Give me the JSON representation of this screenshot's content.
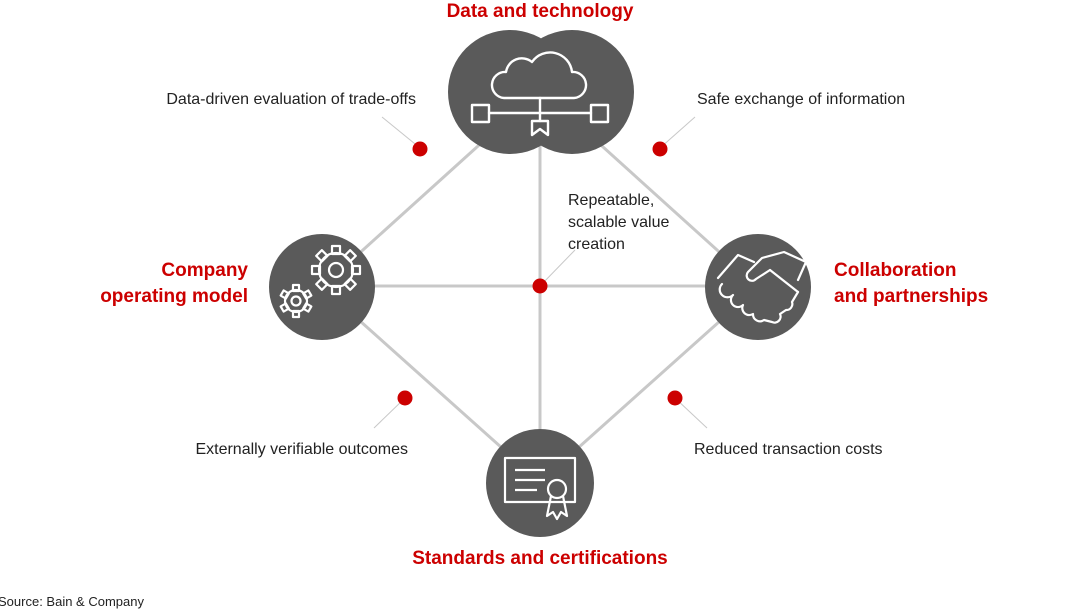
{
  "nodes": {
    "top": {
      "title": "Data and technology",
      "icon": "cloud-network-icon"
    },
    "left": {
      "title_line1": "Company",
      "title_line2": "operating model",
      "icon": "gears-icon"
    },
    "right": {
      "title_line1": "Collaboration",
      "title_line2": "and partnerships",
      "icon": "handshake-icon"
    },
    "bottom": {
      "title": "Standards and certifications",
      "icon": "certificate-icon"
    }
  },
  "annotations": {
    "top_left": "Data-driven evaluation of trade-offs",
    "top_right": "Safe exchange of information",
    "center_line1": "Repeatable,",
    "center_line2": "scalable value",
    "center_line3": "creation",
    "bottom_left": "Externally verifiable outcomes",
    "bottom_right": "Reduced transaction costs"
  },
  "source": "Source: Bain & Company",
  "colors": {
    "accent": "#cc0000",
    "node": "#5a5a5a",
    "line": "#c8c8c8"
  }
}
